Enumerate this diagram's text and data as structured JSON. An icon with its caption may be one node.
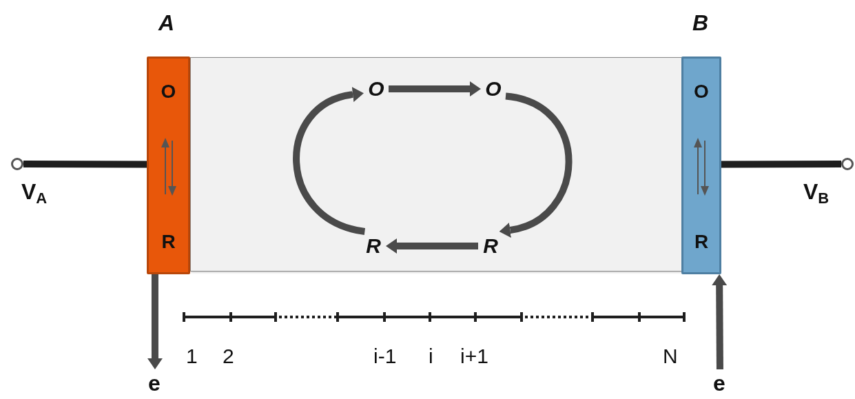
{
  "diagram": {
    "nodes": [
      {
        "text": [
          "O",
          "R"
        ],
        "beside": [
          "A"
        ]
      },
      {
        "text": [],
        "shape": "box"
      },
      {
        "text": [
          "O"
        ],
        "in": 1
      },
      {
        "text": [
          "O"
        ],
        "in": 1
      },
      {
        "text": [
          "R"
        ],
        "in": 1
      },
      {
        "text": [
          "R"
        ],
        "in": 1
      },
      {
        "text": [
          "O",
          "R"
        ],
        "beside": [
          "B"
        ]
      },
      {
        "text": [],
        "shape": "circle",
        "beside": [
          "V$_{A}$"
        ]
      },
      {
        "text": [],
        "shape": "circle",
        "beside": [
          "V$_{B}$"
        ]
      },
      {
        "text": [
          "e"
        ]
      },
      {
        "text": [
          "e"
        ]
      }
    ],
    "edges": [
      {
        "from": 2,
        "to": 3,
        "arrow": "to"
      },
      {
        "from": 3,
        "to": 4,
        "arrow": "to"
      },
      {
        "from": 4,
        "to": 5,
        "arrow": "to"
      },
      {
        "from": 5,
        "to": 2,
        "arrow": "to"
      },
      {
        "from": 7,
        "to": 0,
        "arrow": "none",
        "color": "#1e1e1e"
      },
      {
        "from": 6,
        "to": 8,
        "arrow": "none",
        "color": "#1e1e1e"
      },
      {
        "from": 0,
        "to": 9,
        "arrow": "to"
      },
      {
        "from": 10,
        "to": 6,
        "arrow": "to"
      }
    ],
    "labels": [
      "1",
      "2",
      "i-1",
      "i",
      "i+1",
      "N"
    ]
  }
}
